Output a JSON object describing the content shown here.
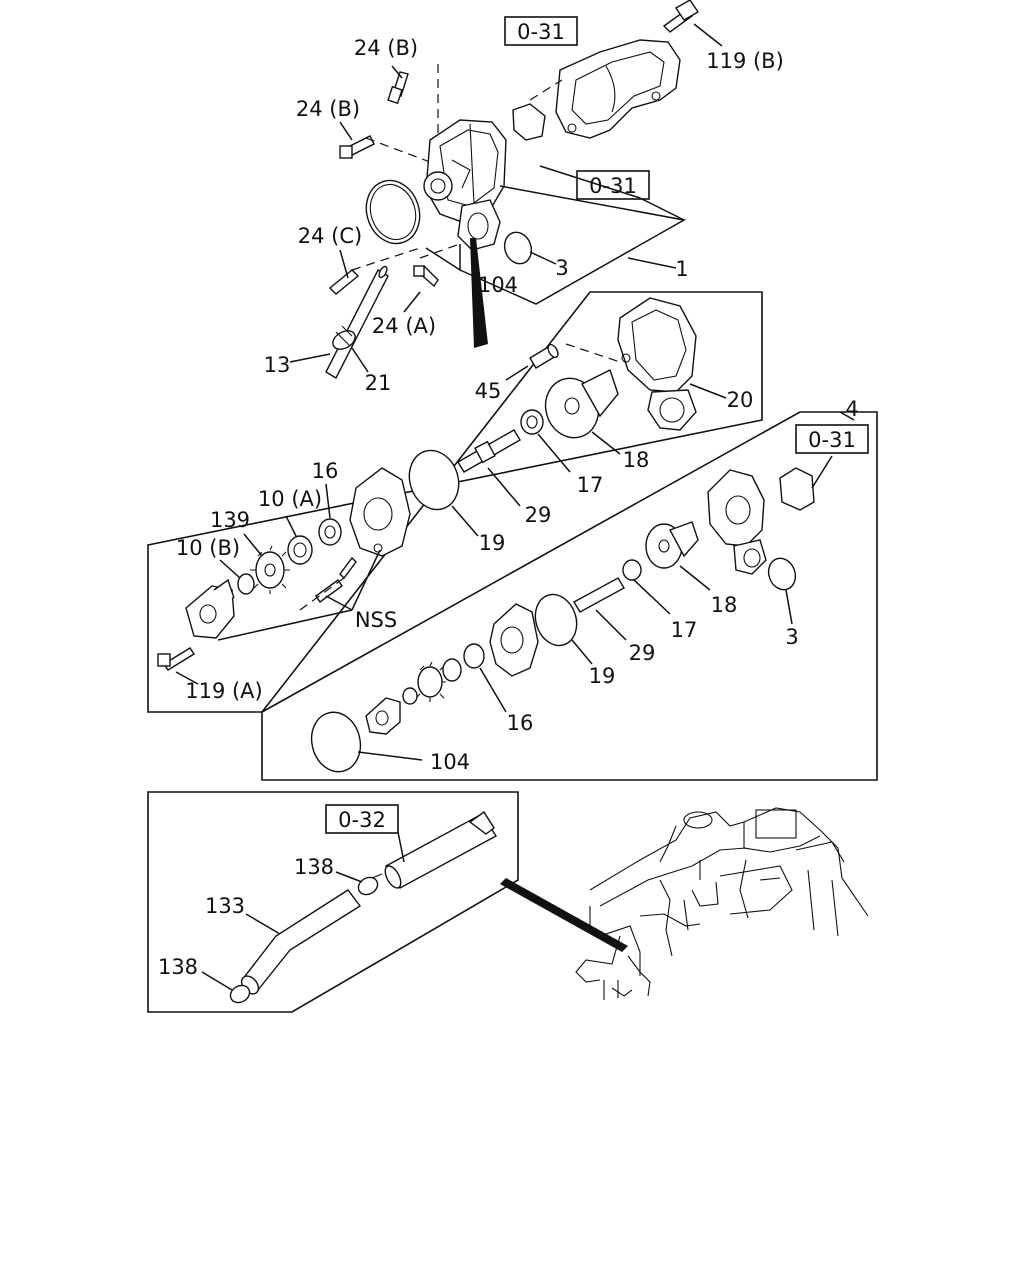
{
  "refs": {
    "r1": "0-31",
    "r2": "0-31",
    "r3": "0-31",
    "r4": "0-32"
  },
  "labels": {
    "l24b_1": "24 (B)",
    "l24b_2": "24 (B)",
    "l119b": "119 (B)",
    "l24c": "24 (C)",
    "l1": "1",
    "l3_top": "3",
    "l104_top": "104",
    "l24a": "24 (A)",
    "l13": "13",
    "l21": "21",
    "l45": "45",
    "l20": "20",
    "l4": "4",
    "l18_a": "18",
    "l17_a": "17",
    "l29_a": "29",
    "l19_a": "19",
    "l16_a": "16",
    "l10a": "10 (A)",
    "l139": "139",
    "l10b": "10 (B)",
    "lnss": "NSS",
    "l119a": "119 (A)",
    "l18_b": "18",
    "l17_b": "17",
    "l3_b": "3",
    "l29_b": "29",
    "l19_b": "19",
    "l16_b": "16",
    "l104_b": "104",
    "l138_a": "138",
    "l133": "133",
    "l138_b": "138"
  }
}
